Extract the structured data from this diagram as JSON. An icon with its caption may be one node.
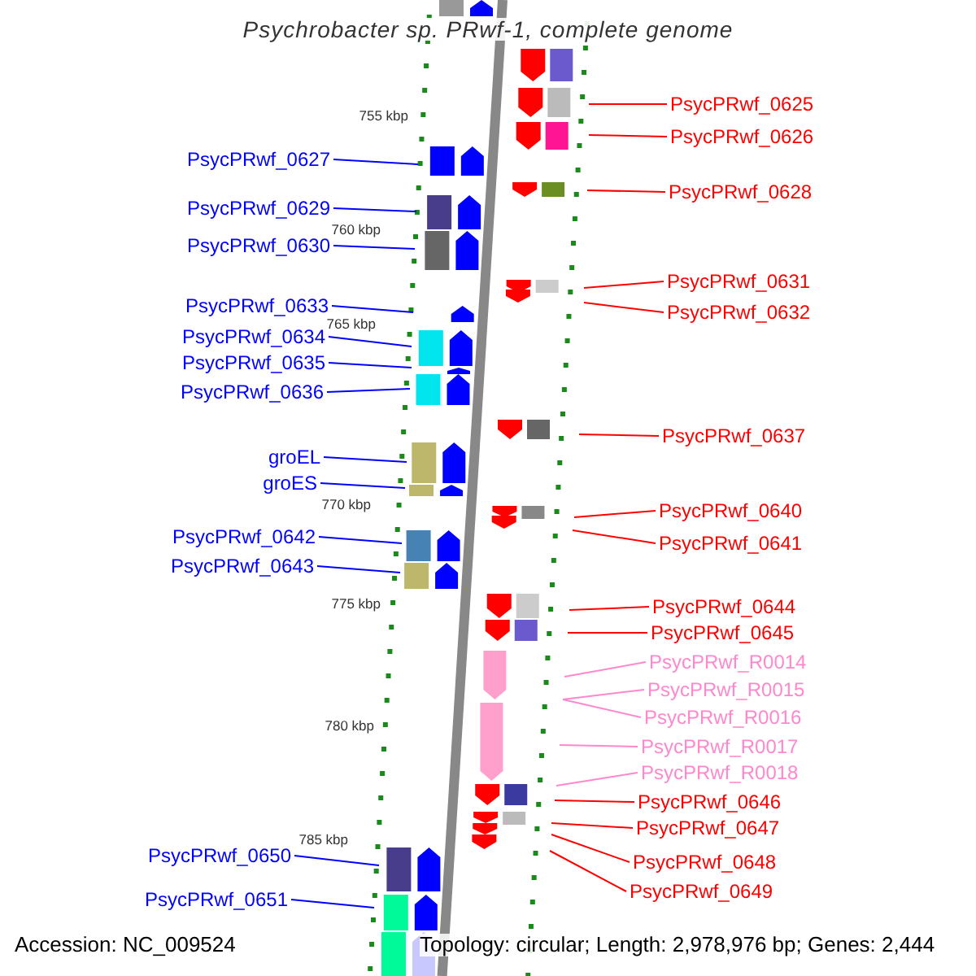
{
  "diagram": {
    "title": "Psychrobacter sp. PRwf-1, complete genome",
    "nodes": [
      {
        "text": [
          "PsycPRwf_0625"
        ]
      },
      {
        "text": [
          "PsycPRwf_0626"
        ]
      },
      {
        "text": [
          "PsycPRwf_0627"
        ]
      },
      {
        "text": [
          "PsycPRwf_0628"
        ]
      },
      {
        "text": [
          "PsycPRwf_0629"
        ]
      },
      {
        "text": [
          "PsycPRwf_0630"
        ]
      },
      {
        "text": [
          "PsycPRwf_0631"
        ]
      },
      {
        "text": [
          "PsycPRwf_0633"
        ]
      },
      {
        "text": [
          "PsycPRwf_0632"
        ]
      },
      {
        "text": [
          "PsycPRwf_0634"
        ]
      },
      {
        "text": [
          "PsycPRwf_0635"
        ]
      },
      {
        "text": [
          "PsycPRwf_0636"
        ]
      },
      {
        "text": [
          "PsycPRwf_0637"
        ]
      },
      {
        "text": [
          "groEL"
        ]
      },
      {
        "text": [
          "groES"
        ]
      },
      {
        "text": [
          "PsycPRwf_0640"
        ]
      },
      {
        "text": [
          "PsycPRwf_0642"
        ]
      },
      {
        "text": [
          "PsycPRwf_0641"
        ]
      },
      {
        "text": [
          "PsycPRwf_0643"
        ]
      },
      {
        "text": [
          "PsycPRwf_0644"
        ]
      },
      {
        "text": [
          "PsycPRwf_0645"
        ]
      },
      {
        "text": [
          "PsycPRwf_R0014"
        ]
      },
      {
        "text": [
          "PsycPRwf_R0015"
        ]
      },
      {
        "text": [
          "PsycPRwf_R0016"
        ]
      },
      {
        "text": [
          "PsycPRwf_R0017"
        ]
      },
      {
        "text": [
          "PsycPRwf_R0018"
        ]
      },
      {
        "text": [
          "PsycPRwf_0646"
        ]
      },
      {
        "text": [
          "PsycPRwf_0647"
        ]
      },
      {
        "text": [
          "PsycPRwf_0650"
        ]
      },
      {
        "text": [
          "PsycPRwf_0648"
        ]
      },
      {
        "text": [
          "PsycPRwf_0649"
        ]
      },
      {
        "text": [
          "PsycPRwf_0651"
        ]
      }
    ],
    "edges": [
      {
        "from": 0,
        "to": null,
        "arrow": "none"
      },
      {
        "from": 1,
        "to": null,
        "arrow": "none"
      },
      {
        "from": 2,
        "to": null,
        "arrow": "none",
        "color": "#0000ff"
      },
      {
        "from": 3,
        "to": null,
        "arrow": "none"
      },
      {
        "from": 4,
        "to": null,
        "arrow": "none",
        "color": "#0000ff"
      },
      {
        "from": 5,
        "to": null,
        "arrow": "none",
        "color": "#0000ff"
      },
      {
        "from": 6,
        "to": null,
        "arrow": "none"
      },
      {
        "from": 7,
        "to": null,
        "arrow": "none",
        "color": "#0000ff"
      },
      {
        "from": 8,
        "to": null,
        "arrow": "none"
      },
      {
        "from": 9,
        "to": null,
        "arrow": "none",
        "color": "#0000ff"
      },
      {
        "from": 10,
        "to": null,
        "arrow": "none",
        "color": "#0000ff"
      },
      {
        "from": 11,
        "to": null,
        "arrow": "none",
        "color": "#0000ff"
      },
      {
        "from": 12,
        "to": null,
        "arrow": "none"
      },
      {
        "from": 13,
        "to": null,
        "arrow": "none",
        "color": "#0000ff"
      },
      {
        "from": 14,
        "to": null,
        "arrow": "none",
        "color": "#0000ff"
      },
      {
        "from": 15,
        "to": null,
        "arrow": "none"
      },
      {
        "from": 16,
        "to": null,
        "arrow": "none",
        "color": "#0000ff"
      },
      {
        "from": 17,
        "to": null,
        "arrow": "none"
      },
      {
        "from": 18,
        "to": null,
        "arrow": "none",
        "color": "#0000ff"
      },
      {
        "from": 19,
        "to": null,
        "arrow": "none"
      },
      {
        "from": 20,
        "to": null,
        "arrow": "none"
      },
      {
        "from": 21,
        "to": null,
        "arrow": "none",
        "color": "#ff88cc"
      },
      {
        "from": 22,
        "to": null,
        "arrow": "none",
        "color": "#ff88cc"
      },
      {
        "from": 23,
        "to": null,
        "arrow": "none",
        "color": "#ff88cc"
      },
      {
        "from": 24,
        "to": null,
        "arrow": "none",
        "color": "#ff88cc"
      },
      {
        "from": 25,
        "to": null,
        "arrow": "none",
        "color": "#ff88cc"
      },
      {
        "from": 26,
        "to": null,
        "arrow": "none"
      },
      {
        "from": 27,
        "to": null,
        "arrow": "none"
      },
      {
        "from": 28,
        "to": null,
        "arrow": "none",
        "color": "#0000ff"
      },
      {
        "from": 29,
        "to": null,
        "arrow": "none"
      },
      {
        "from": 30,
        "to": null,
        "arrow": "none"
      },
      {
        "from": 31,
        "to": null,
        "arrow": "none",
        "color": "#0000ff"
      }
    ],
    "labels": [
      "755 kbp",
      "760 kbp",
      "765 kbp",
      "770 kbp",
      "775 kbp",
      "780 kbp",
      "785 kbp",
      "Accession: NC_009524",
      "Topology: circular; Length: 2,978,976 bp; Genes: 2,444"
    ]
  }
}
